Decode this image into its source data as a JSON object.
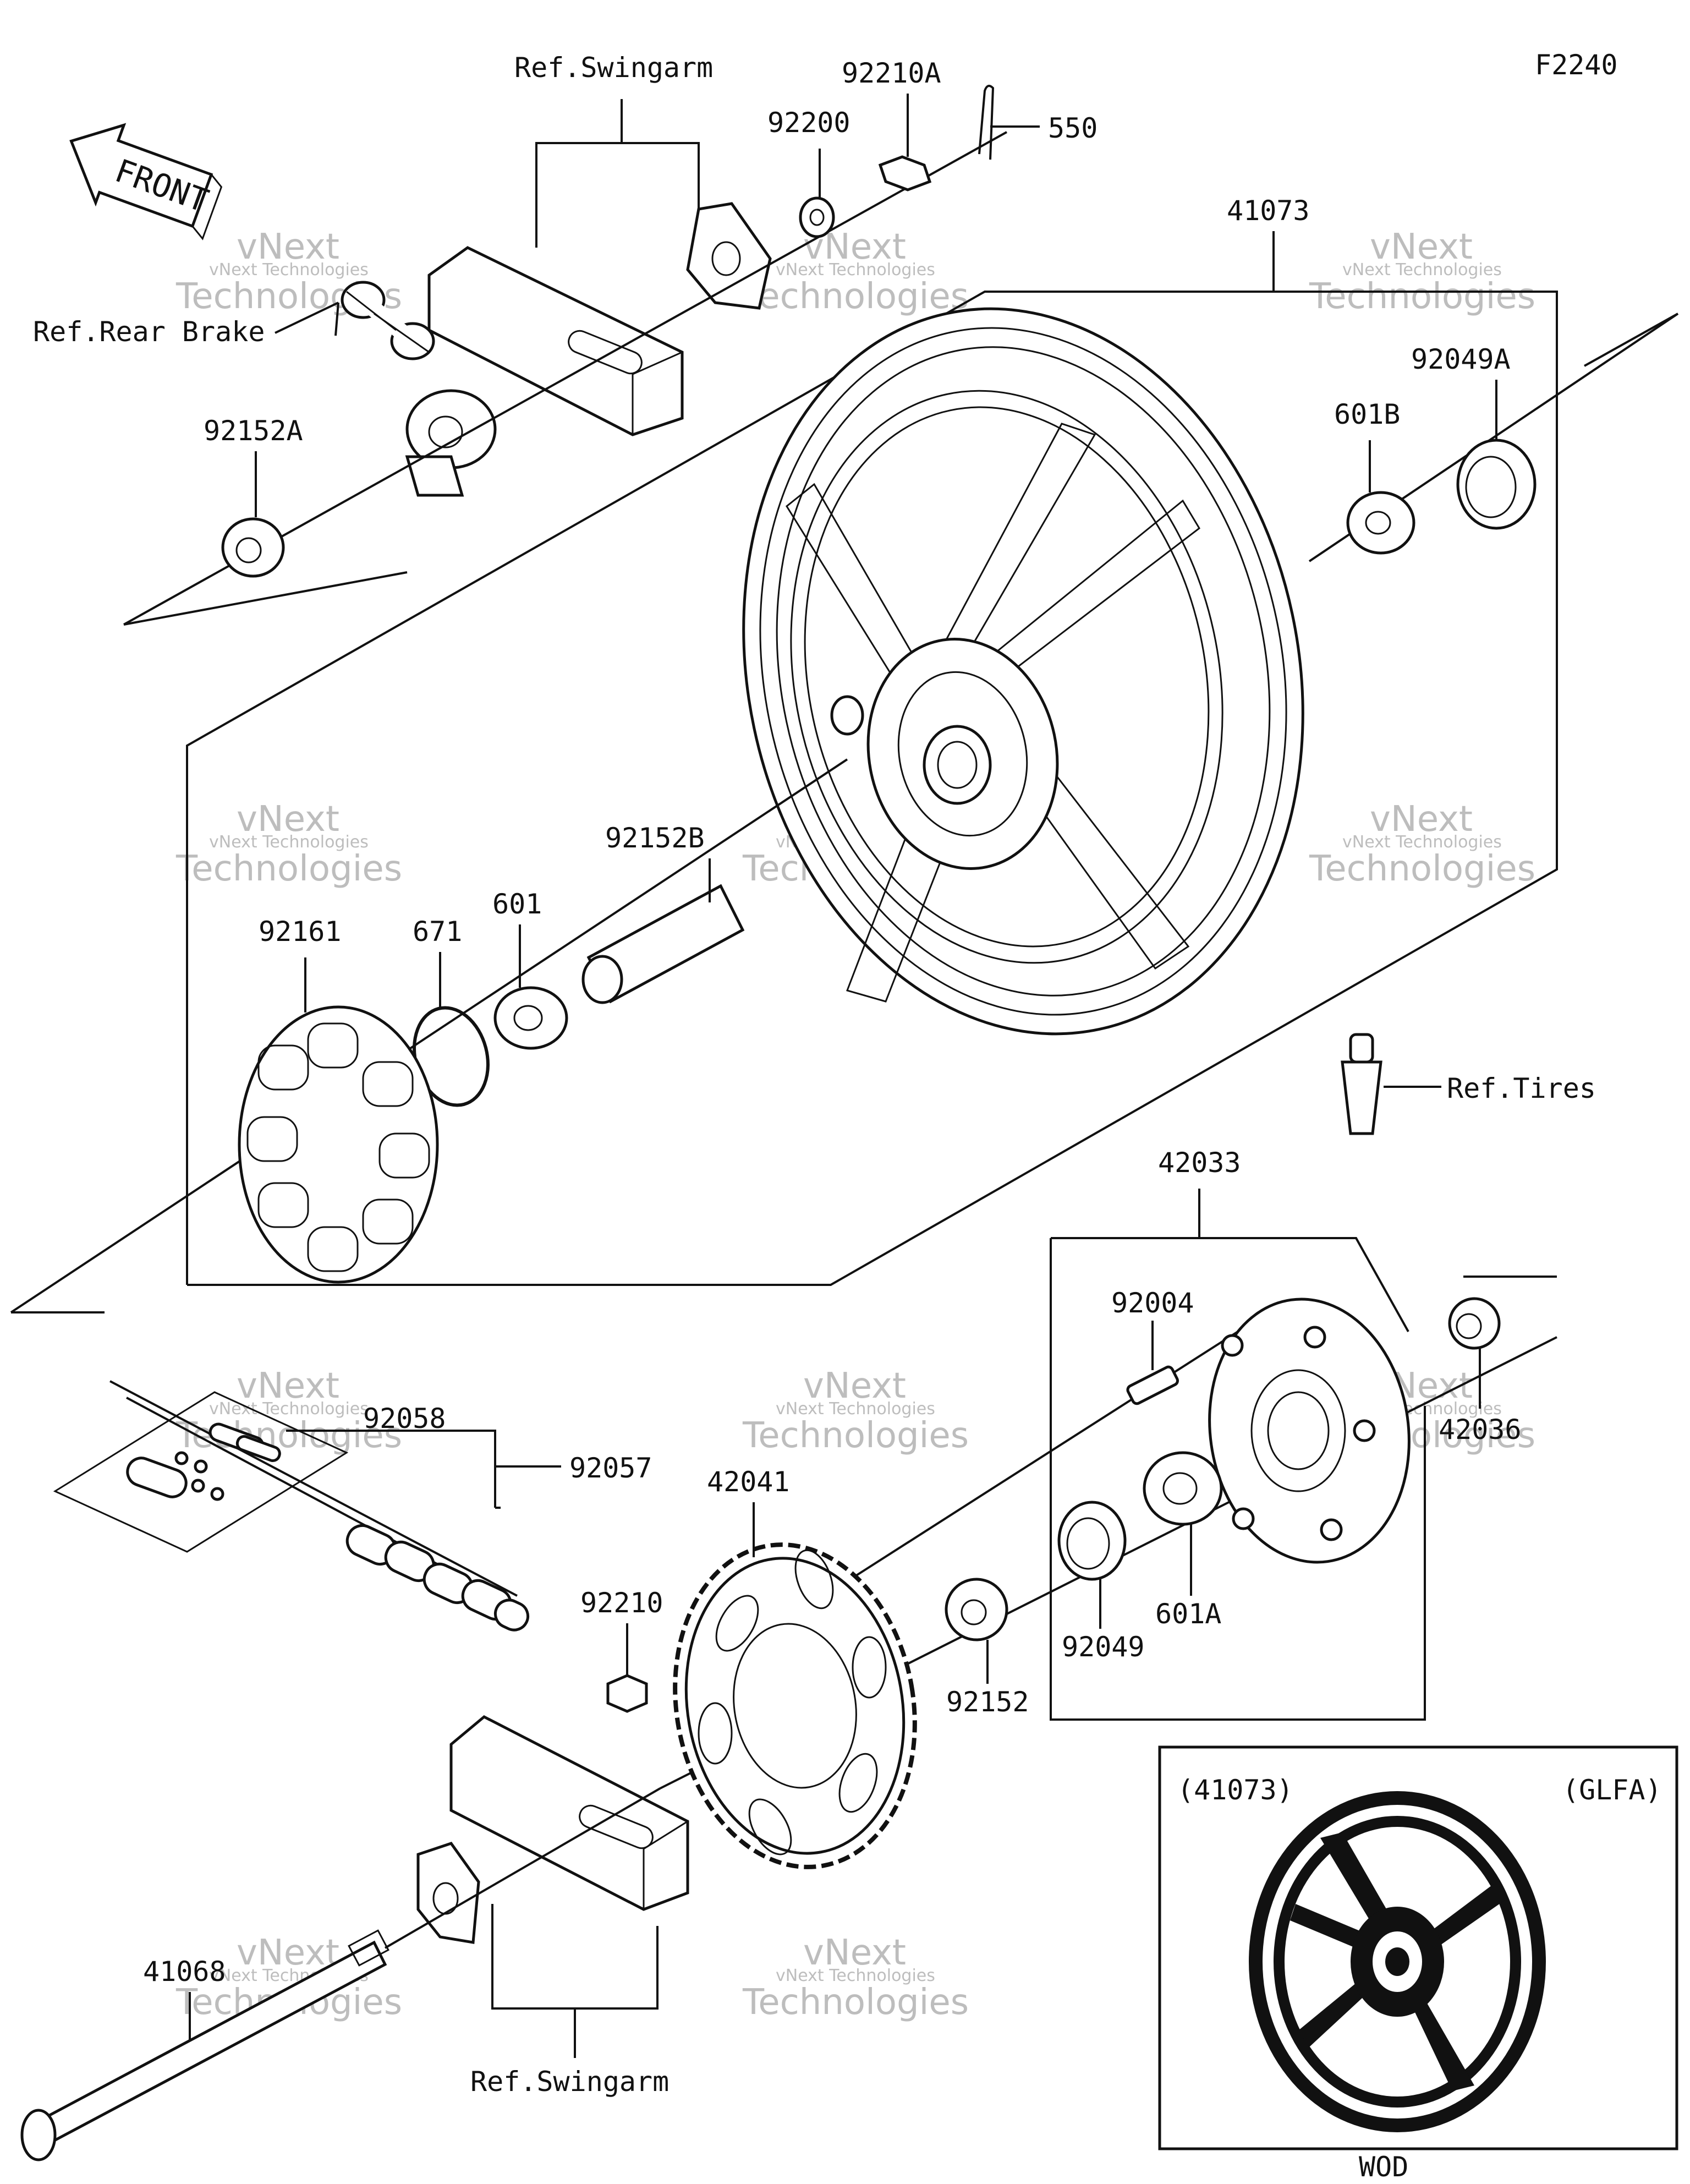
{
  "figure_code": "F2240",
  "front_label": "FRONT",
  "labels": {
    "ref_swingarm_top": "Ref.Swingarm",
    "ref_swingarm_bottom": "Ref.Swingarm",
    "ref_rear_brake": "Ref.Rear Brake",
    "ref_tires": "Ref.Tires",
    "p92210A": "92210A",
    "p92200": "92200",
    "p550": "550",
    "p41073": "41073",
    "p92049A": "92049A",
    "p601B": "601B",
    "p92152A": "92152A",
    "p92152B": "92152B",
    "p92161": "92161",
    "p671": "671",
    "p601": "601",
    "p42033": "42033",
    "p92004": "92004",
    "p92058": "92058",
    "p92057": "92057",
    "p42036": "42036",
    "p42041": "42041",
    "p92210": "92210",
    "p601A": "601A",
    "p92049": "92049",
    "p92152": "92152",
    "p41068": "41068"
  },
  "inset": {
    "part_ref": "(41073)",
    "variant": "(GLFA)",
    "caption": "WOD"
  },
  "watermark": {
    "line1": "vNext Technologies",
    "line2": "Technologies",
    "line3": "vNext"
  }
}
